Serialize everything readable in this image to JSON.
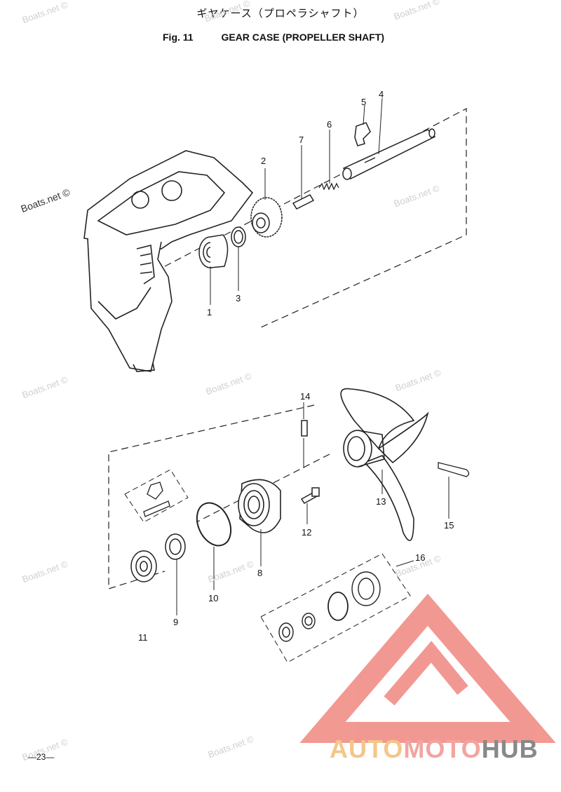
{
  "header": {
    "title_jp": "ギヤケース（プロペラシャフト）",
    "fig_label": "Fig. 11",
    "title_en": "GEAR CASE (PROPELLER SHAFT)"
  },
  "callouts": [
    "1",
    "2",
    "3",
    "4",
    "5",
    "6",
    "7",
    "8",
    "9",
    "10",
    "11",
    "12",
    "13",
    "14",
    "15",
    "16"
  ],
  "watermarks": {
    "light": "Boats.net ©",
    "dark": "Boats.net ©"
  },
  "footer": {
    "page_number": "—23—"
  },
  "logo": {
    "part1": "AUTO",
    "part2": "MOTO",
    "part3": "HUB"
  },
  "colors": {
    "logo_triangle": "#f0877f",
    "logo_auto": "#f5c58a",
    "logo_hub": "#888888"
  }
}
